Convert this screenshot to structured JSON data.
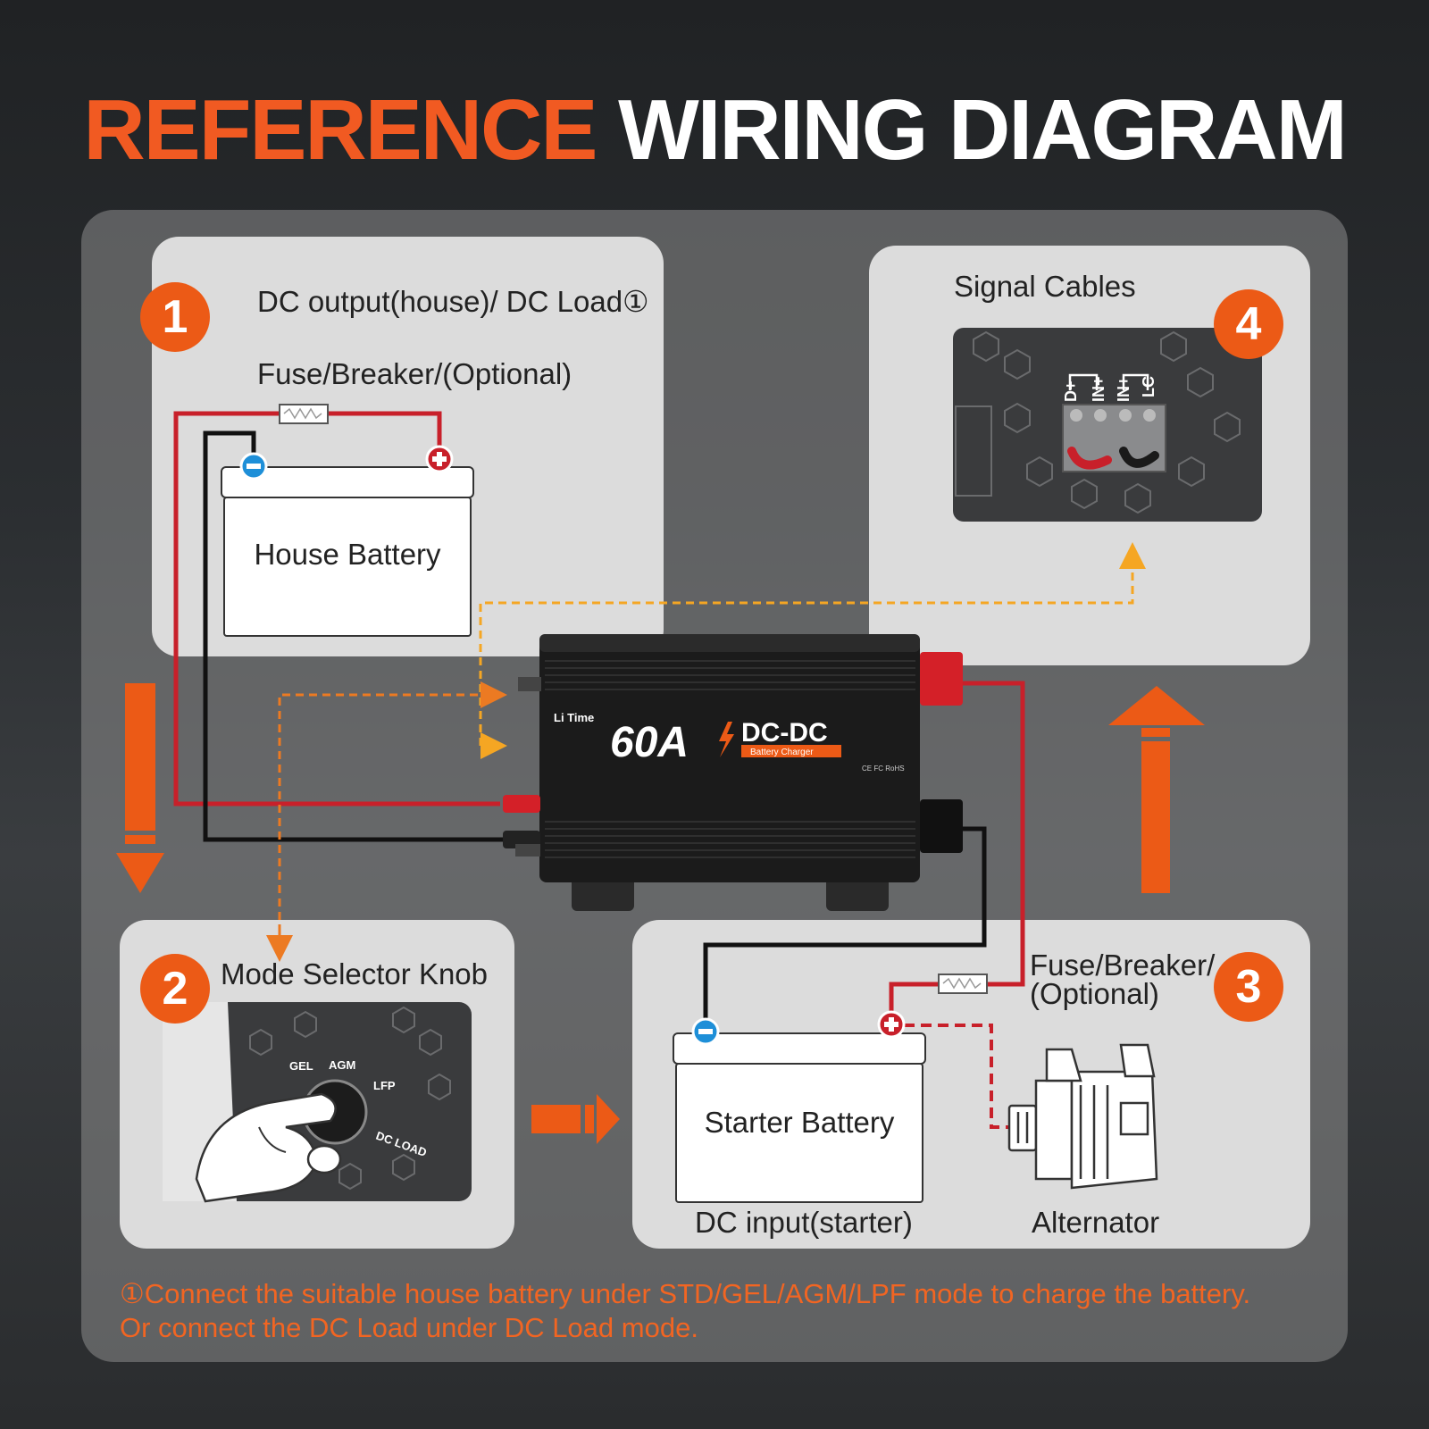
{
  "title": {
    "part1": "REFERENCE",
    "part2": "WIRING DIAGRAM"
  },
  "colors": {
    "accent": "#ec5a16",
    "positive_wire": "#c8202a",
    "negative_wire": "#111111",
    "signal_wire": "#f5a623"
  },
  "steps": [
    {
      "number": "1",
      "label": "DC output(house)/ DC Load①",
      "fuse_label": "Fuse/Breaker/(Optional)",
      "battery": "House Battery"
    },
    {
      "number": "2",
      "label": "Mode Selector Knob",
      "knob_modes": [
        "GEL",
        "AGM",
        "LFP",
        "DC LOAD"
      ]
    },
    {
      "number": "3",
      "fuse_label_line1": "Fuse/Breaker/",
      "fuse_label_line2": "(Optional)",
      "battery": "Starter Battery",
      "battery_caption": "DC input(starter)",
      "alternator": "Alternator"
    },
    {
      "number": "4",
      "label": "Signal Cables",
      "terminals": [
        "D+",
        "IN+",
        "IN+",
        "LC"
      ]
    }
  ],
  "device": {
    "brand": "Li Time",
    "rating": "60A",
    "model": "DC-DC",
    "subtitle": "Battery Charger",
    "certs": "CE FC RoHS"
  },
  "note": {
    "line1": "①Connect the suitable house battery under STD/GEL/AGM/LPF mode to charge the battery.",
    "line2": "Or connect the DC Load under DC Load mode."
  }
}
